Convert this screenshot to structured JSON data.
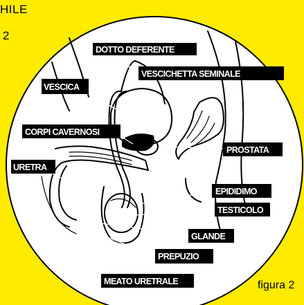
{
  "title": {
    "line1": "HILE",
    "line2": "2"
  },
  "caption": "figura 2",
  "labels": {
    "dotto_deferente": "DOTTO DEFERENTE",
    "vescichetta_seminale": "VESCICHETTA SEMINALE",
    "vescica": "VESCICA",
    "corpi_cavernosi": "CORPI CAVERNOSI",
    "prostata": "PROSTATA",
    "uretra": "URETRA",
    "epididimo": "EPIDIDIMO",
    "testicolo": "TESTICOLO",
    "glande": "GLANDE",
    "prepuzio": "PREPUZIO",
    "meato_uretrale": "MEATO URETRALE"
  },
  "colors": {
    "background": "#FFEB00",
    "disc": "#FFFFFF",
    "ink": "#000000",
    "label_bg": "#000000",
    "label_text": "#FFFFFF"
  }
}
